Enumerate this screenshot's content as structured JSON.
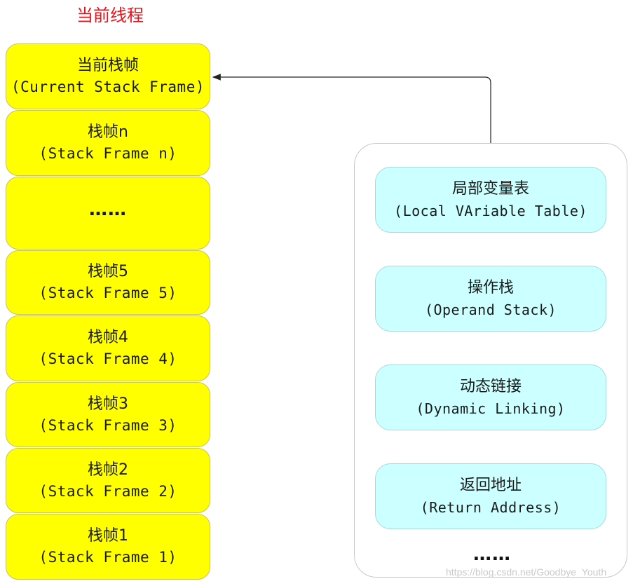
{
  "title": "当前线程",
  "stack_frames": [
    {
      "zh": "当前栈帧",
      "en": "(Current Stack Frame)"
    },
    {
      "zh": "栈帧n",
      "en": "(Stack Frame n)"
    },
    {
      "zh": "",
      "en": "",
      "dots": "……"
    },
    {
      "zh": "栈帧5",
      "en": "(Stack Frame 5)"
    },
    {
      "zh": "栈帧4",
      "en": "(Stack Frame 4)"
    },
    {
      "zh": "栈帧3",
      "en": "(Stack Frame 3)"
    },
    {
      "zh": "栈帧2",
      "en": "(Stack Frame 2)"
    },
    {
      "zh": "栈帧1",
      "en": "(Stack Frame 1)"
    }
  ],
  "frame_contents": [
    {
      "zh": "局部变量表",
      "en": "(Local VAriable Table)"
    },
    {
      "zh": "操作栈",
      "en": "(Operand Stack)"
    },
    {
      "zh": "动态链接",
      "en": "(Dynamic Linking)"
    },
    {
      "zh": "返回地址",
      "en": "(Return Address)"
    }
  ],
  "frame_contents_more": "……",
  "watermark": "https://blog.csdn.net/Goodbye_Youth",
  "colors": {
    "title": "#e8141b",
    "stack_frame_fill": "#ffff00",
    "content_fill": "#ccffff",
    "arrow": "#222222"
  }
}
